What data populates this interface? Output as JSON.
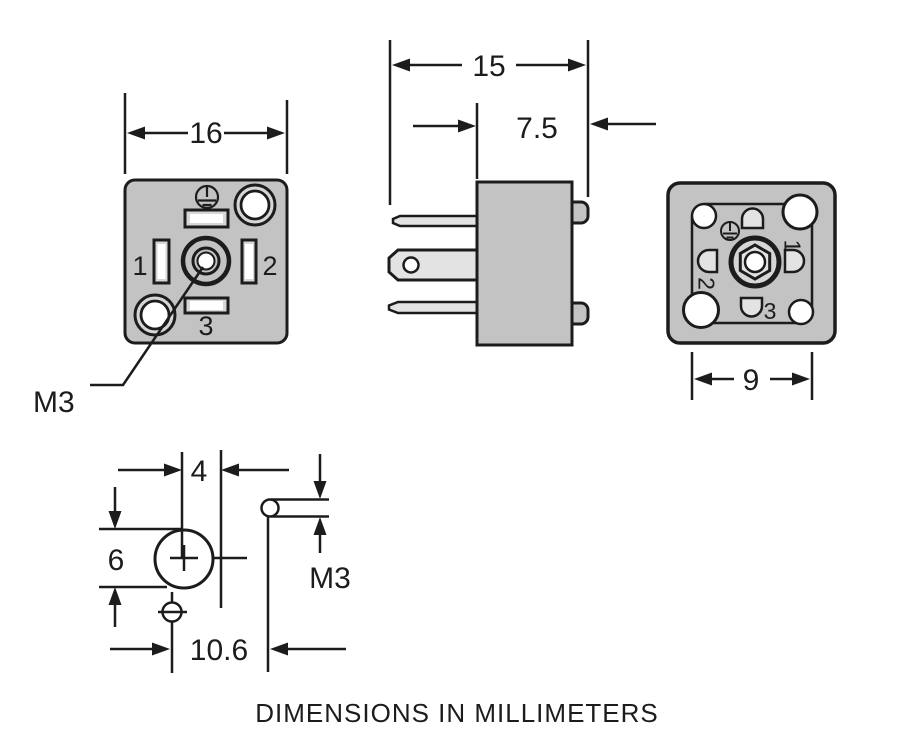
{
  "title": "connector dimensional drawing",
  "footer_note": "DIMENSIONS IN MILLIMETERS",
  "colors": {
    "ink": "#1c1c1c",
    "body": "#c3c3c3",
    "light": "#e3e3e3",
    "mid": "#d6d6d6"
  },
  "front_view": {
    "dim_width": "16",
    "label_m3": "M3",
    "pin1": "1",
    "pin2": "2",
    "pin3": "3"
  },
  "side_view": {
    "dim_length": "15",
    "dim_body": "7.5"
  },
  "back_view": {
    "dim_width": "9",
    "pin1": "1",
    "pin2": "2",
    "pin3": "3"
  },
  "layout_view": {
    "dim_offset": "4",
    "dim_hole": "6",
    "dim_spacing": "10.6",
    "label_thread": "M3"
  }
}
